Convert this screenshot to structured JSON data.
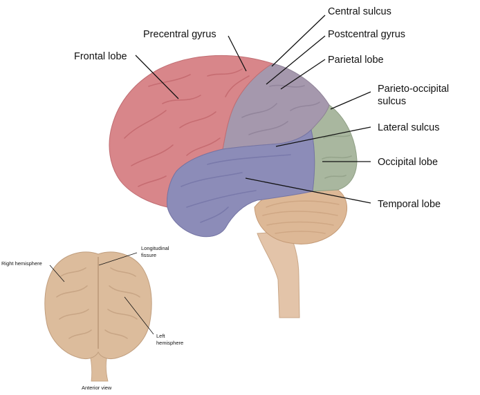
{
  "labels": {
    "central_sulcus": "Central sulcus",
    "precentral_gyrus": "Precentral gyrus",
    "postcentral_gyrus": "Postcentral gyrus",
    "frontal_lobe": "Frontal lobe",
    "parietal_lobe": "Parietal lobe",
    "parieto_occipital_line1": "Parieto-occipital",
    "parieto_occipital_line2": "sulcus",
    "lateral_sulcus": "Lateral sulcus",
    "occipital_lobe": "Occipital lobe",
    "temporal_lobe": "Temporal lobe"
  },
  "anterior": {
    "longitudinal_line1": "Longitudinal",
    "longitudinal_line2": "fissure",
    "right_hemisphere": "Right hemisphere",
    "left_line1": "Left",
    "left_line2": "hemisphere",
    "caption": "Anterior view"
  },
  "colors": {
    "frontal": "#d8868a",
    "parietal": "#a598ad",
    "occipital": "#a9b79f",
    "temporal": "#8c8cb8",
    "brainstem": "#e3c4a9",
    "cerebellum": "#ddb896"
  }
}
